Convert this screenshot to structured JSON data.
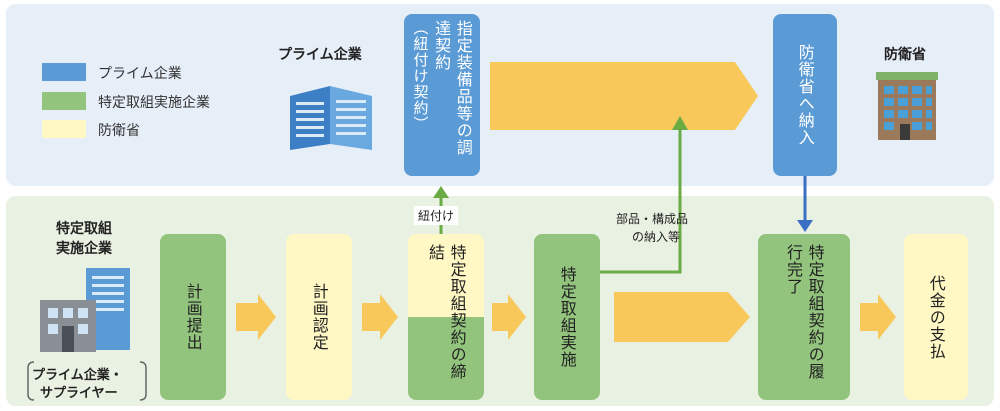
{
  "legend": [
    {
      "label": "プライム企業",
      "color": "#5b9bd5"
    },
    {
      "label": "特定取組実施企業",
      "color": "#93c47d"
    },
    {
      "label": "防衛省",
      "color": "#fff8c4"
    }
  ],
  "top": {
    "prime_label": "プライム企業",
    "contract_box": "指定装備品等の調達契約",
    "contract_note": "（紐付け契約）",
    "delivery_box": "防衛省へ納入",
    "mod_label": "防衛省"
  },
  "bottom": {
    "company_label_1": "特定取組",
    "company_label_2": "実施企業",
    "supplier_label_1": "プライム企業・",
    "supplier_label_2": "サプライヤー",
    "link_label": "紐付け",
    "parts_label_1": "部品・構成品",
    "parts_label_2": "の納入等",
    "steps": [
      {
        "label": "計画提出"
      },
      {
        "label": "計画認定"
      },
      {
        "label": "特定取組契約の締結"
      },
      {
        "label": "特定取組実施"
      },
      {
        "label": "特定取組契約の履行完了"
      },
      {
        "label": "代金の支払"
      }
    ]
  },
  "colors": {
    "prime_blue": "#5b9bd5",
    "company_green": "#93c47d",
    "mod_yellow": "#fff8c4",
    "arrow_orange": "#f8c95a"
  }
}
